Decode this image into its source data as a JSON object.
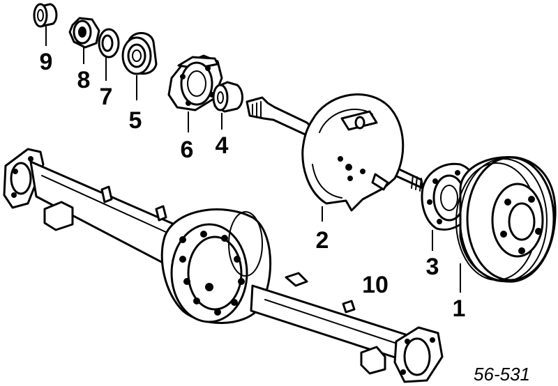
{
  "labels": {
    "p1": "1",
    "p2": "2",
    "p3": "3",
    "p4": "4",
    "p5": "5",
    "p6": "6",
    "p7": "7",
    "p8": "8",
    "p9": "9",
    "p10": "10"
  },
  "diagram_code": "56-531",
  "colors": {
    "line": "#000000",
    "background": "#ffffff"
  }
}
